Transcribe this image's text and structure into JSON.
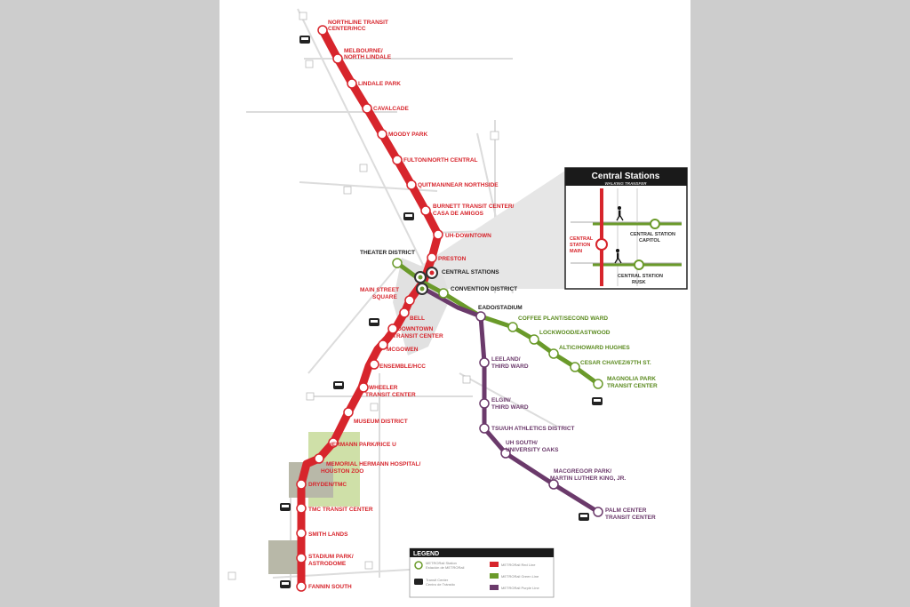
{
  "colors": {
    "red": "#d7252c",
    "green": "#6a9a2a",
    "purple": "#6b3a6b",
    "road": "#dcdcdc"
  },
  "stations": {
    "northline": [
      "NORTHLINE TRANSIT",
      "CENTER/HCC"
    ],
    "melbourne": [
      "MELBOURNE/",
      "NORTH LINDALE"
    ],
    "lindale_park": "LINDALE PARK",
    "cavalcade": "CAVALCADE",
    "moody_park": "MOODY PARK",
    "fulton": "FULTON/NORTH CENTRAL",
    "quitman": "QUITMAN/NEAR NORTHSIDE",
    "burnett": [
      "BURNETT TRANSIT CENTER/",
      "CASA DE AMIGOS"
    ],
    "uh_downtown": "UH-DOWNTOWN",
    "preston": "PRESTON",
    "theater_district": "THEATER DISTRICT",
    "central_stations": "CENTRAL STATIONS",
    "convention_district": "CONVENTION DISTRICT",
    "main_street_square": [
      "MAIN STREET",
      "SQUARE"
    ],
    "bell": "BELL",
    "downtown_tc": [
      "DOWNTOWN",
      "TRANSIT CENTER"
    ],
    "mcgowen": "MCGOWEN",
    "ensemble": "ENSEMBLE/HCC",
    "wheeler": [
      "WHEELER",
      "TRANSIT CENTER"
    ],
    "museum": "MUSEUM DISTRICT",
    "hermann_park": "HERMANN PARK/RICE U",
    "memorial_hermann": [
      "MEMORIAL HERMANN HOSPITAL/",
      "HOUSTON ZOO"
    ],
    "dryden": "DRYDEN/TMC",
    "tmc_tc": "TMC TRANSIT CENTER",
    "smith_lands": "SMITH LANDS",
    "stadium_park": [
      "STADIUM PARK/",
      "ASTRODOME"
    ],
    "fannin_south": "FANNIN SOUTH",
    "eado": "EADO/STADIUM",
    "coffee_plant": "COFFEE PLANT/SECOND WARD",
    "lockwood": "LOCKWOOD/EASTWOOD",
    "altic": "ALTIC/HOWARD HUGHES",
    "cesar_chavez": "CESAR CHAVEZ/67TH ST.",
    "magnolia": [
      "MAGNOLIA PARK",
      "TRANSIT CENTER"
    ],
    "leeland": [
      "LEELAND/",
      "THIRD WARD"
    ],
    "elgin": [
      "ELGIN/",
      "THIRD WARD"
    ],
    "tsu": "TSU/UH ATHLETICS DISTRICT",
    "uh_south": [
      "UH SOUTH/",
      "UNIVERSITY OAKS"
    ],
    "macgregor": [
      "MACGREGOR PARK/",
      "MARTIN LUTHER KING, JR."
    ],
    "palm_center": [
      "PALM CENTER",
      "TRANSIT CENTER"
    ]
  },
  "inset": {
    "title": "Central Stations",
    "subtitle": "WALKING TRANSFER",
    "capitol": [
      "CENTRAL STATION",
      "CAPITOL"
    ],
    "main": [
      "CENTRAL",
      "STATION",
      "MAIN"
    ],
    "rusk": [
      "CENTRAL STATION",
      "RUSK"
    ]
  },
  "legend": {
    "title": "LEGEND",
    "station": [
      "METRORail Station",
      "Estación de METRORail"
    ],
    "transit_center": [
      "Transit Center",
      "Centro de Tránsito"
    ],
    "red_line": "METRORail Red Line",
    "green_line": "METRORail Green Line",
    "purple_line": "METRORail Purple Line"
  },
  "icons": {
    "transit_center": "bus-icon",
    "pedestrian": "walking-person-icon"
  }
}
